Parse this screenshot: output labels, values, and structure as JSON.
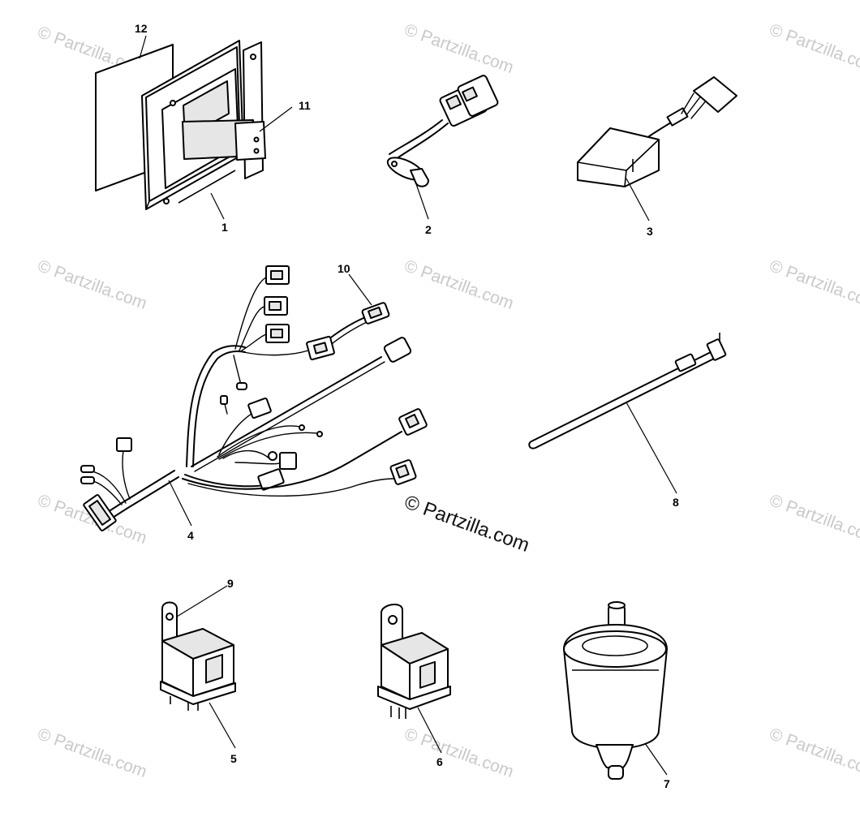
{
  "diagram": {
    "callouts": [
      "12",
      "11",
      "1",
      "2",
      "3",
      "10",
      "4",
      "8",
      "9",
      "5",
      "6",
      "7"
    ],
    "watermark_text": "© Partzilla.com",
    "colors": {
      "line": "#000000",
      "background": "#ffffff",
      "watermark": "#c9c9c9"
    }
  }
}
